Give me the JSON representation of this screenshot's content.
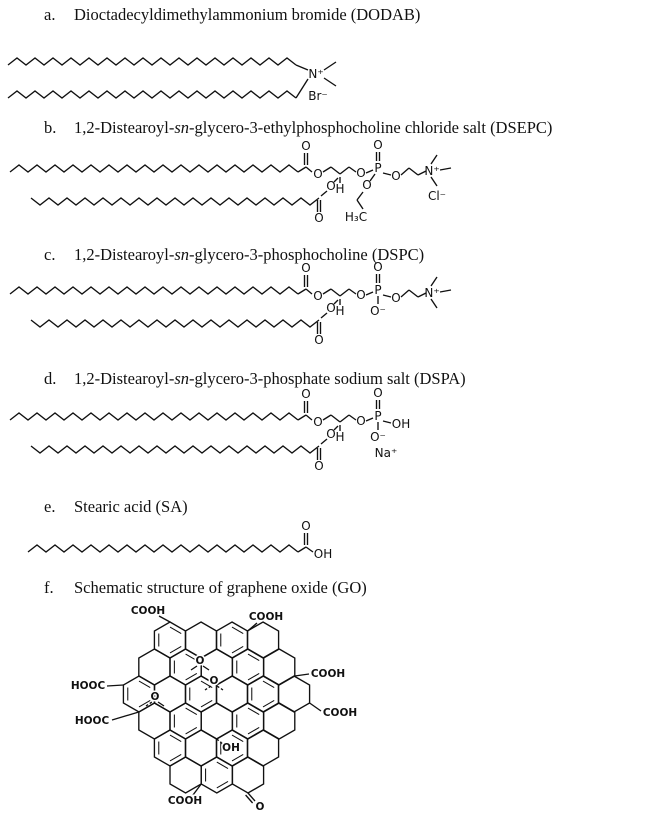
{
  "figure": {
    "background": "#ffffff",
    "ink": "#111111"
  },
  "sections": {
    "a": {
      "letter": "a.",
      "pre": "Dioctadecyldimethylammonium bromide (DODAB)",
      "it": "",
      "post": ""
    },
    "b": {
      "letter": "b.",
      "pre": "1,2-Distearoyl-",
      "it": "sn",
      "post": "-glycero-3-ethylphosphocholine chloride salt (DSEPC)"
    },
    "c": {
      "letter": "c.",
      "pre": "1,2-Distearoyl-",
      "it": "sn",
      "post": "-glycero-3-phosphocholine (DSPC)"
    },
    "d": {
      "letter": "d.",
      "pre": "1,2-Distearoyl-",
      "it": "sn",
      "post": "-glycero-3-phosphate sodium salt (DSPA)"
    },
    "e": {
      "letter": "e.",
      "pre": "Stearic acid (SA)",
      "it": "",
      "post": ""
    },
    "f": {
      "letter": "f.",
      "pre": "Schematic structure of graphene oxide (GO)",
      "it": "",
      "post": ""
    }
  },
  "atoms": {
    "o": "O",
    "oh": "OH",
    "h": "H",
    "p": "P",
    "n_plus": "N⁺",
    "br_minus": "Br⁻",
    "cl_minus": "Cl⁻",
    "o_minus": "O⁻",
    "na_plus": "Na⁺",
    "h3c": "H₃C",
    "cooh": "COOH",
    "hooc": "HOOC"
  }
}
